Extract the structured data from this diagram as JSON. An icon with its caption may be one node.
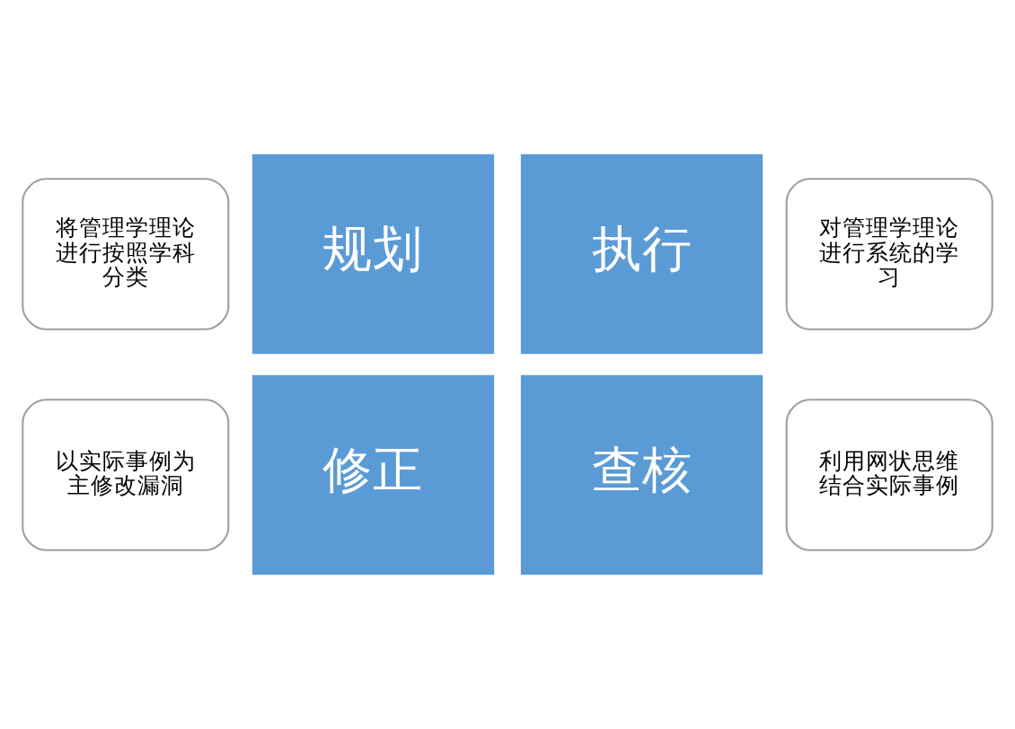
{
  "diagram": {
    "nodes": [
      {
        "text": [
          "将管理学理论进行按照学科分类"
        ]
      },
      {
        "text": [
          "对管理学理论进行系统的学习"
        ]
      },
      {
        "text": [
          "规划"
        ]
      },
      {
        "text": [
          "执行"
        ]
      },
      {
        "text": [
          "修正"
        ]
      },
      {
        "text": [
          "查核"
        ]
      },
      {
        "text": [
          "以实际事例为主修改漏洞"
        ]
      },
      {
        "text": [
          "利用网状思维结合实际事例"
        ]
      }
    ],
    "edges": []
  }
}
